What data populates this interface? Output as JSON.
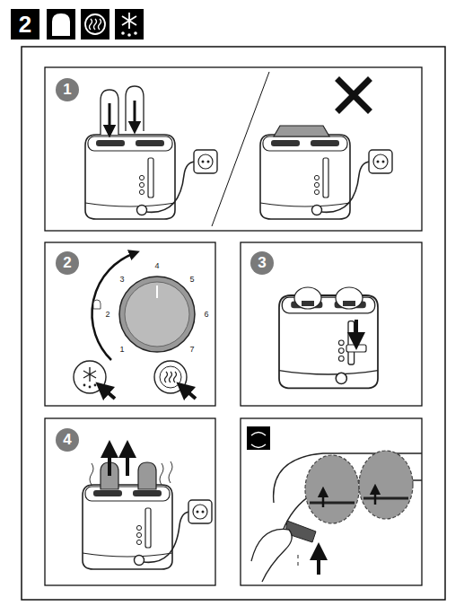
{
  "diagram": {
    "nodes": [
      {
        "text": [
          "2"
        ]
      },
      {
        "text": [
          "1"
        ]
      },
      {
        "text": [
          "2"
        ]
      },
      {
        "text": [
          "3"
        ]
      },
      {
        "text": [
          "4"
        ]
      }
    ],
    "labels": [
      "1",
      "2",
      "3",
      "4",
      "5",
      "6",
      "7"
    ]
  }
}
